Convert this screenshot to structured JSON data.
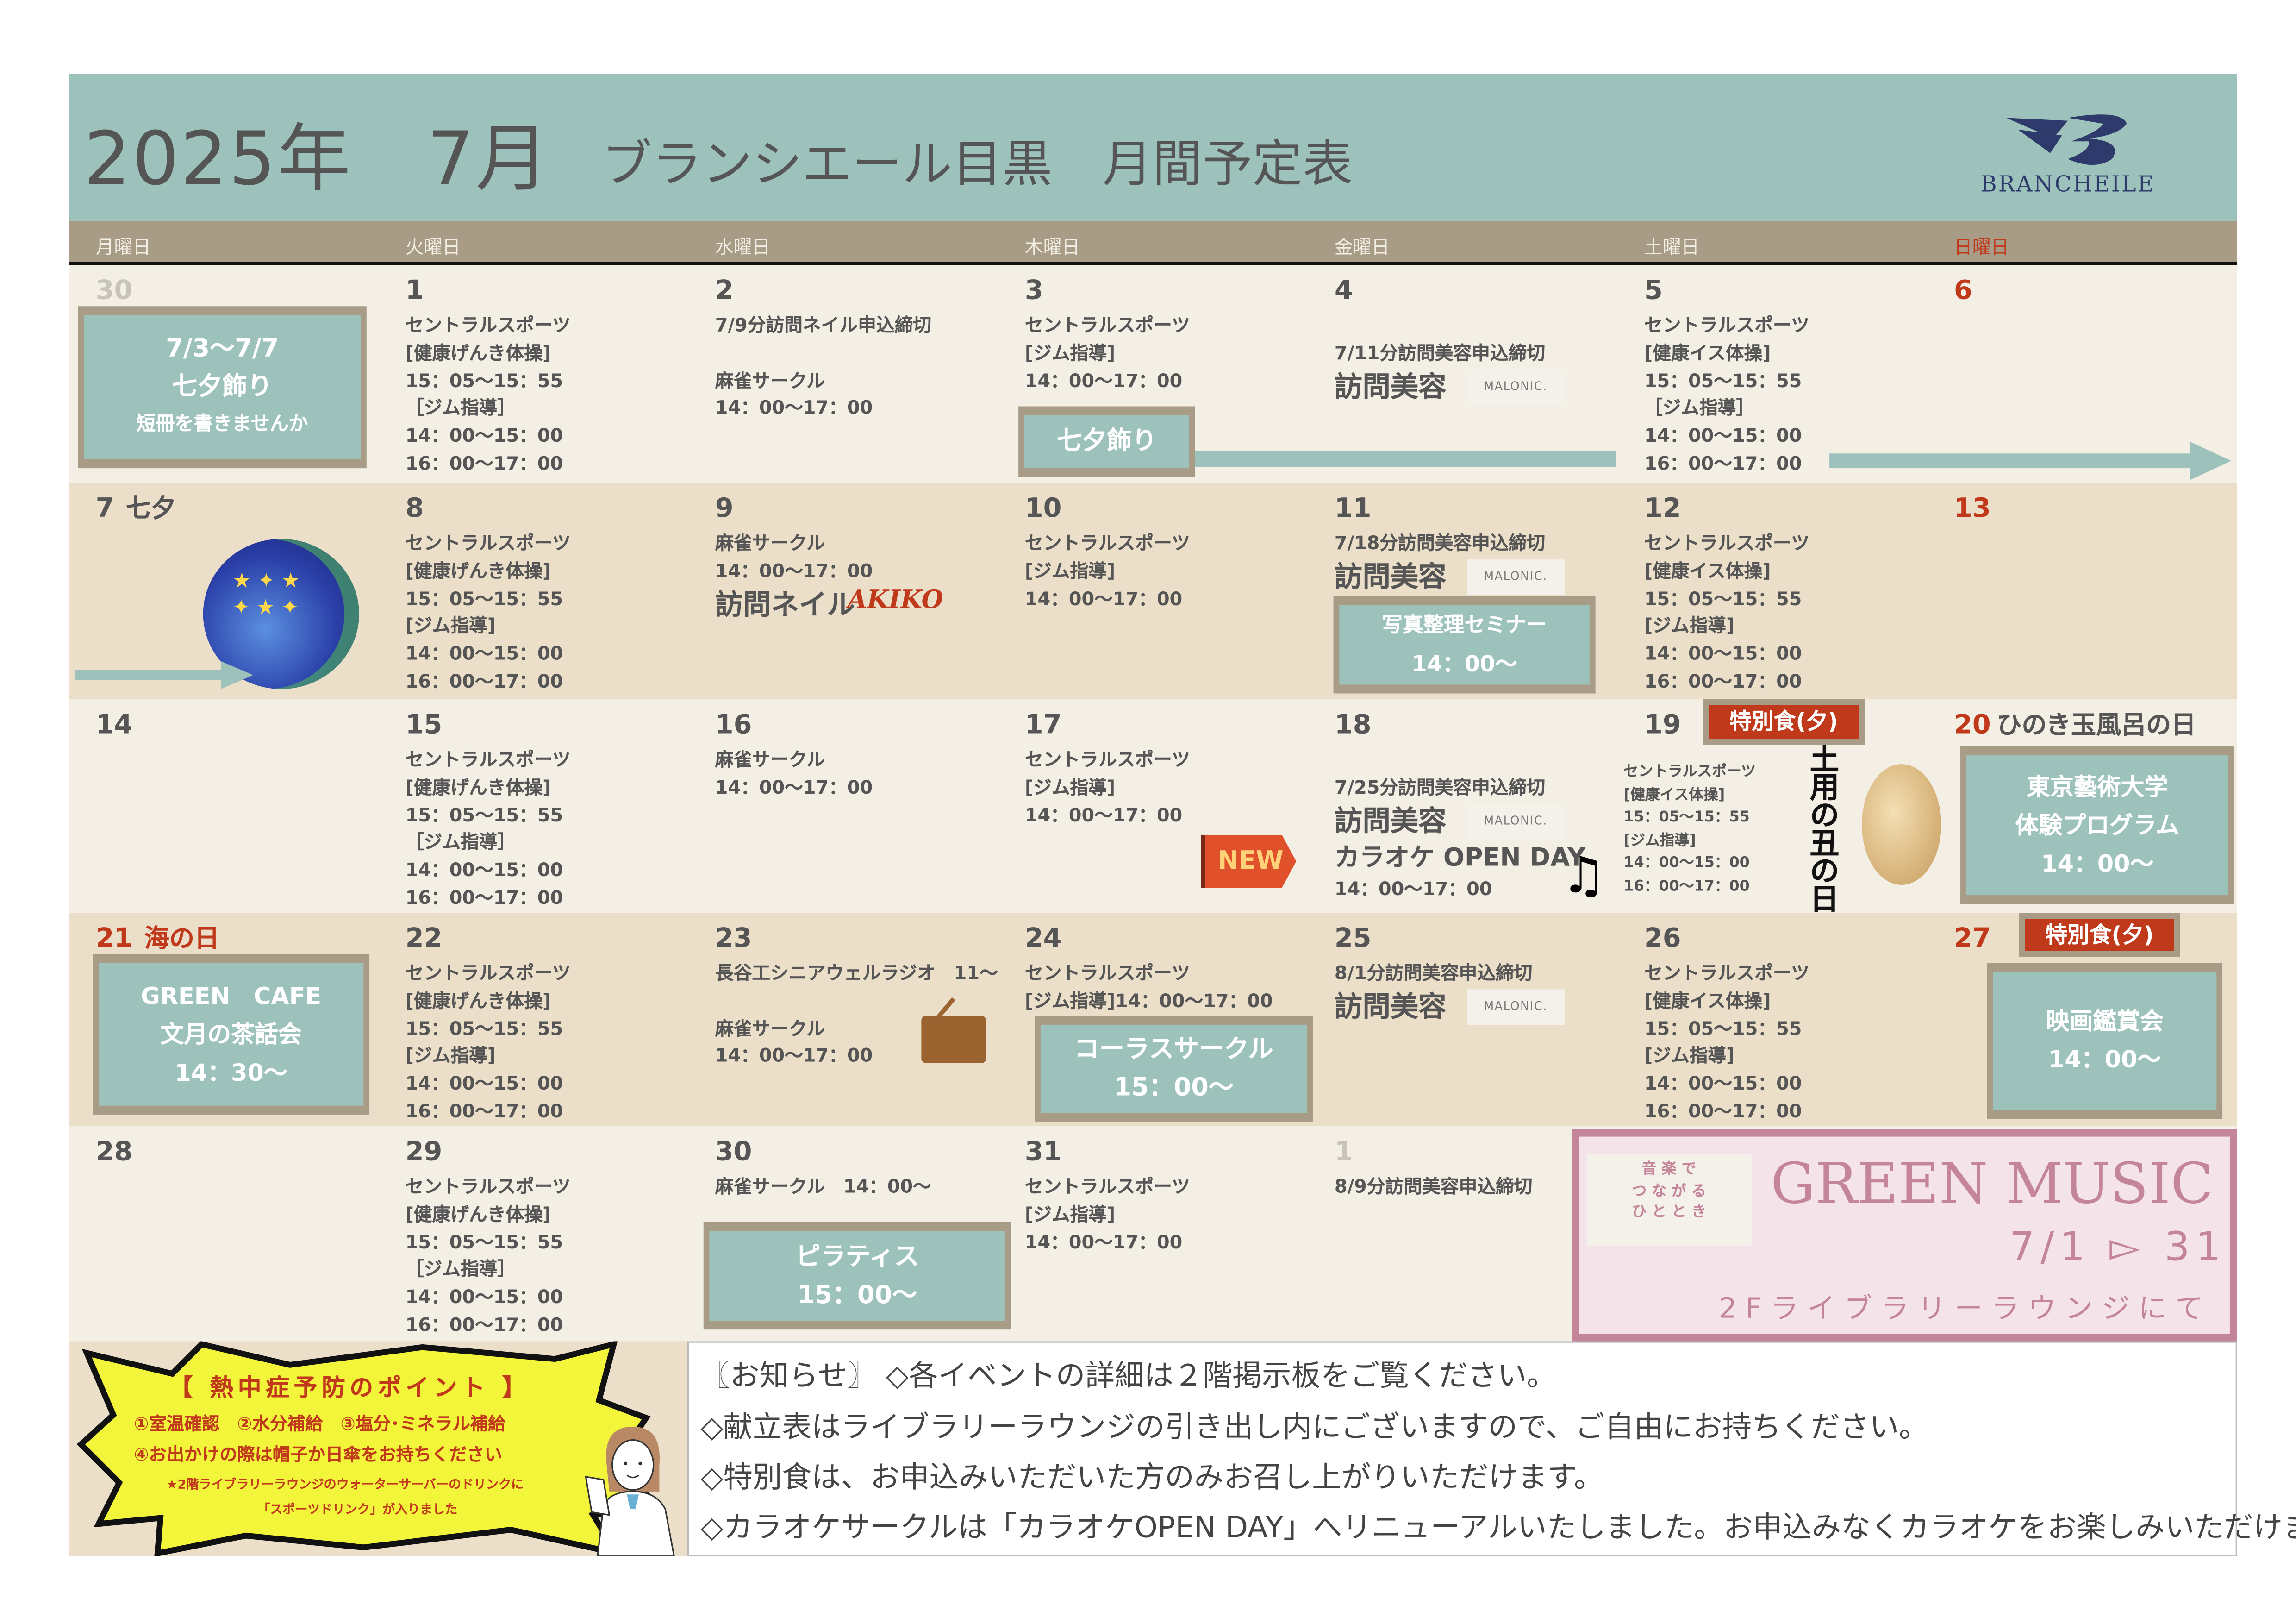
{
  "header": {
    "year_month": "2025年　7月",
    "title": "ブランシエール目黒　月間予定表",
    "logo_text": "BRANCHEILE"
  },
  "weekdays": [
    "月曜日",
    "火曜日",
    "水曜日",
    "木曜日",
    "金曜日",
    "土曜日",
    "日曜日"
  ],
  "colors": {
    "teal": "#9dc2bb",
    "taupe": "#a89c87",
    "red": "#c0391b",
    "cream": "#f3efe5",
    "beige": "#ebdfc9",
    "pink": "#c4849a"
  },
  "weeks": [
    {
      "days": [
        {
          "date": "30",
          "muted": true,
          "lines": []
        },
        {
          "date": "1",
          "lines": [
            {
              "t": "セントラルスポーツ"
            },
            {
              "t": "[健康げんき体操]"
            },
            {
              "t": "15：05〜15：55"
            },
            {
              "t": "［ジム指導］"
            },
            {
              "t": "14：00〜15：00"
            },
            {
              "t": "16：00〜17：00"
            }
          ]
        },
        {
          "date": "2",
          "lines": [
            {
              "t": "7/9分訪問ネイル申込締切"
            },
            {
              "t": ""
            },
            {
              "t": "麻雀サークル"
            },
            {
              "t": "14：00〜17：00"
            }
          ]
        },
        {
          "date": "3",
          "lines": [
            {
              "t": "セントラルスポーツ"
            },
            {
              "t": "[ジム指導]"
            },
            {
              "t": "14：00〜17：00"
            }
          ]
        },
        {
          "date": "4",
          "lines": [
            {
              "t": ""
            },
            {
              "t": "7/11分訪問美容申込締切"
            },
            {
              "t": "訪問美容",
              "k": "big",
              "logo": "MALONIC."
            }
          ]
        },
        {
          "date": "5",
          "lines": [
            {
              "t": "セントラルスポーツ"
            },
            {
              "t": "[健康イス体操]"
            },
            {
              "t": "15：05〜15：55"
            },
            {
              "t": "［ジム指導］"
            },
            {
              "t": "14：00〜15：00"
            },
            {
              "t": "16：00〜17：00"
            }
          ]
        },
        {
          "date": "6",
          "sunday": true,
          "lines": []
        }
      ]
    },
    {
      "days": [
        {
          "date": "7",
          "label": "七夕",
          "lines": []
        },
        {
          "date": "8",
          "lines": [
            {
              "t": "セントラルスポーツ"
            },
            {
              "t": "[健康げんき体操]"
            },
            {
              "t": "15：05〜15：55"
            },
            {
              "t": "[ジム指導]"
            },
            {
              "t": "14：00〜15：00"
            },
            {
              "t": "16：00〜17：00"
            }
          ]
        },
        {
          "date": "9",
          "lines": [
            {
              "t": "麻雀サークル"
            },
            {
              "t": "14：00〜17：00"
            },
            {
              "t": "訪問ネイル",
              "k": "big"
            }
          ],
          "nail_logo": "AKIKO"
        },
        {
          "date": "10",
          "lines": [
            {
              "t": "セントラルスポーツ"
            },
            {
              "t": "[ジム指導]"
            },
            {
              "t": "14：00〜17：00"
            }
          ]
        },
        {
          "date": "11",
          "lines": [
            {
              "t": "7/18分訪問美容申込締切"
            },
            {
              "t": "訪問美容",
              "k": "big",
              "logo": "MALONIC."
            }
          ]
        },
        {
          "date": "12",
          "lines": [
            {
              "t": "セントラルスポーツ"
            },
            {
              "t": "[健康イス体操]"
            },
            {
              "t": "15：05〜15：55"
            },
            {
              "t": "[ジム指導]"
            },
            {
              "t": "14：00〜15：00"
            },
            {
              "t": "16：00〜17：00"
            }
          ]
        },
        {
          "date": "13",
          "sunday": true,
          "lines": []
        }
      ]
    },
    {
      "days": [
        {
          "date": "14",
          "lines": []
        },
        {
          "date": "15",
          "lines": [
            {
              "t": "セントラルスポーツ"
            },
            {
              "t": "[健康げんき体操]"
            },
            {
              "t": "15：05〜15：55"
            },
            {
              "t": "［ジム指導］"
            },
            {
              "t": "14：00〜15：00"
            },
            {
              "t": "16：00〜17：00"
            }
          ]
        },
        {
          "date": "16",
          "lines": [
            {
              "t": "麻雀サークル"
            },
            {
              "t": "14：00〜17：00"
            }
          ]
        },
        {
          "date": "17",
          "lines": [
            {
              "t": "セントラルスポーツ"
            },
            {
              "t": "[ジム指導]"
            },
            {
              "t": "14：00〜17：00"
            }
          ]
        },
        {
          "date": "18",
          "lines": [
            {
              "t": ""
            },
            {
              "t": "7/25分訪問美容申込締切"
            },
            {
              "t": "訪問美容",
              "k": "big",
              "logo": "MALONIC."
            },
            {
              "t": "カラオケ OPEN DAY",
              "k": "karaoke"
            },
            {
              "t": "14：00〜17：00"
            }
          ],
          "new_badge": "NEW"
        },
        {
          "date": "19",
          "small": true,
          "lines": [
            {
              "t": "セントラルスポーツ"
            },
            {
              "t": "[健康イス体操]"
            },
            {
              "t": "15：05〜15：55"
            },
            {
              "t": "[ジム指導]"
            },
            {
              "t": "14：00〜15：00"
            },
            {
              "t": "16：00〜17：00"
            }
          ],
          "vertical_text": "土用の丑の日"
        },
        {
          "date": "20",
          "sunday": true,
          "label": "ひのき玉風呂の日",
          "lines": []
        }
      ]
    },
    {
      "days": [
        {
          "date": "21",
          "sunday": true,
          "label": "海の日",
          "lines": []
        },
        {
          "date": "22",
          "lines": [
            {
              "t": "セントラルスポーツ"
            },
            {
              "t": "[健康げんき体操]"
            },
            {
              "t": "15：05〜15：55"
            },
            {
              "t": "[ジム指導]"
            },
            {
              "t": "14：00〜15：00"
            },
            {
              "t": "16：00〜17：00"
            }
          ]
        },
        {
          "date": "23",
          "lines": [
            {
              "t": "長谷工シニアウェルラジオ　11〜"
            },
            {
              "t": ""
            },
            {
              "t": "麻雀サークル"
            },
            {
              "t": "14：00〜17：00"
            }
          ]
        },
        {
          "date": "24",
          "lines": [
            {
              "t": "セントラルスポーツ"
            },
            {
              "t": "[ジム指導]14：00〜17：00"
            }
          ]
        },
        {
          "date": "25",
          "lines": [
            {
              "t": "8/1分訪問美容申込締切"
            },
            {
              "t": "訪問美容",
              "k": "big",
              "logo": "MALONIC."
            }
          ]
        },
        {
          "date": "26",
          "lines": [
            {
              "t": "セントラルスポーツ"
            },
            {
              "t": "[健康イス体操]"
            },
            {
              "t": "15：05〜15：55"
            },
            {
              "t": "[ジム指導]"
            },
            {
              "t": "14：00〜15：00"
            },
            {
              "t": "16：00〜17：00"
            }
          ]
        },
        {
          "date": "27",
          "sunday": true,
          "lines": []
        }
      ]
    },
    {
      "days": [
        {
          "date": "28",
          "lines": []
        },
        {
          "date": "29",
          "lines": [
            {
              "t": "セントラルスポーツ"
            },
            {
              "t": "[健康げんき体操]"
            },
            {
              "t": "15：05〜15：55"
            },
            {
              "t": "［ジム指導］"
            },
            {
              "t": "14：00〜15：00"
            },
            {
              "t": "16：00〜17：00"
            }
          ]
        },
        {
          "date": "30",
          "lines": [
            {
              "t": "麻雀サークル　14：00〜"
            }
          ]
        },
        {
          "date": "31",
          "lines": [
            {
              "t": "セントラルスポーツ"
            },
            {
              "t": "[ジム指導]"
            },
            {
              "t": "14：00〜17：00"
            }
          ]
        },
        {
          "date": "1",
          "muted": true,
          "lines": [
            {
              "t": "8/9分訪問美容申込締切"
            }
          ]
        }
      ]
    }
  ],
  "events": [
    {
      "id": "tanabata-period",
      "lines": [
        "7/3〜7/7",
        "七夕飾り",
        "短冊を書きませんか"
      ]
    },
    {
      "id": "tanabata-decor",
      "lines": [
        "七夕飾り"
      ]
    },
    {
      "id": "photo-seminar",
      "lines": [
        "写真整理セミナー",
        "14：00〜"
      ]
    },
    {
      "id": "geidai",
      "lines": [
        "東京藝術大学",
        "体験プログラム",
        "14：00〜"
      ]
    },
    {
      "id": "green-cafe",
      "lines": [
        "GREEN　CAFE",
        "文月の茶話会",
        "14：30〜"
      ]
    },
    {
      "id": "chorus",
      "lines": [
        "コーラスサークル",
        "15：00〜"
      ]
    },
    {
      "id": "movie",
      "lines": [
        "映画鑑賞会",
        "14：00〜"
      ]
    },
    {
      "id": "pilates",
      "lines": [
        "ピラティス",
        "15：00〜"
      ]
    }
  ],
  "special_meals": [
    {
      "day": "19",
      "label": "特別食(夕)"
    },
    {
      "day": "27",
      "label": "特別食(夕)"
    }
  ],
  "green_music": {
    "tagline": [
      "音 楽 で",
      "つ な が る",
      "ひ と と き"
    ],
    "title": "GREEN MUSIC",
    "period": "7/1 ▻ 31",
    "place": "2Fライブラリーラウンジにて"
  },
  "heatstroke": {
    "title": "【 熱中症予防のポイント 】",
    "line1": "①室温確認　②水分補給　③塩分･ミネラル補給",
    "line2": "④お出かけの際は帽子か日傘をお持ちください",
    "note1": "★2階ライブラリーラウンジのウォーターサーバーのドリンクに",
    "note2": "「スポーツドリンク」が入りました"
  },
  "notices": [
    "〖お知らせ〗 ◇各イベントの詳細は２階掲示板をご覧ください。",
    "◇献立表はライブラリーラウンジの引き出し内にございますので、ご自由にお持ちください。",
    "◇特別食は、お申込みいただいた方のみお召し上がりいただけます。",
    "◇カラオケサークルは「カラオケOPEN DAY」へリニューアルいたしました。お申込みなくカラオケをお楽しみいただけます。"
  ]
}
